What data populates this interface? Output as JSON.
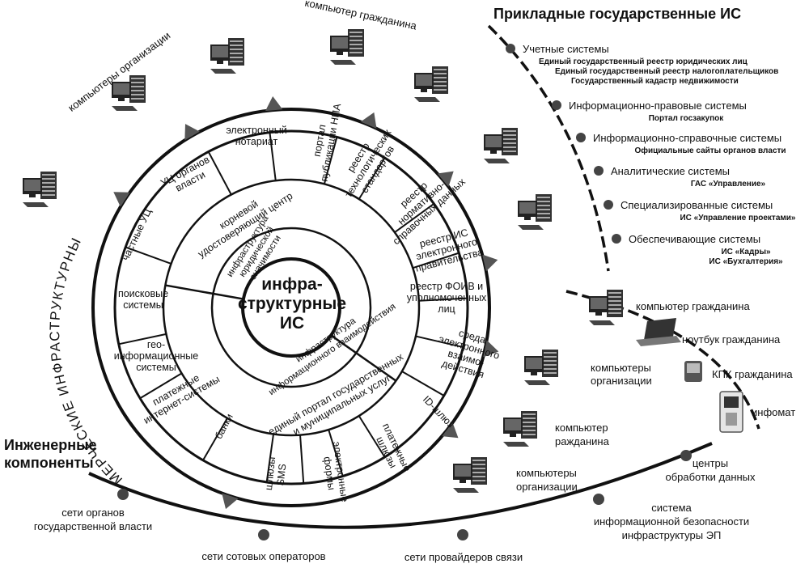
{
  "center": {
    "line1": "инфра-",
    "line2": "структурные",
    "line3": "ИС"
  },
  "inner_ring": {
    "legal": [
      "инфраструктура",
      "юридической",
      "значимости"
    ],
    "interaction": [
      "инфраструктура",
      "информационного взаимодействия"
    ]
  },
  "middle_ring": {
    "root_ca": [
      "корневой",
      "удостоверяющий центр"
    ],
    "portal": [
      "единый портал государственных",
      "и муниципальных услуг"
    ]
  },
  "outer_segments": [
    {
      "id": "private-ca",
      "lines": [
        "частные УЦ"
      ]
    },
    {
      "id": "gov-ca",
      "lines": [
        "УЦ органов",
        "власти"
      ]
    },
    {
      "id": "notary",
      "lines": [
        "электронный",
        "нотариат"
      ]
    },
    {
      "id": "npa-portal",
      "lines": [
        "портал",
        "публикации НПА"
      ]
    },
    {
      "id": "tech-standards",
      "lines": [
        "реестр",
        "технологических",
        "стандартов"
      ]
    },
    {
      "id": "normative-ref",
      "lines": [
        "реестр",
        "нормативно-",
        "справочных данных"
      ]
    },
    {
      "id": "egov-registry",
      "lines": [
        "реестр ИС",
        "электронного",
        "правительства"
      ]
    },
    {
      "id": "foiv-registry",
      "lines": [
        "реестр ФОИВ и",
        "уполномоченных",
        "лиц"
      ]
    },
    {
      "id": "e-interaction",
      "lines": [
        "среда",
        "электронного",
        "взаимо-",
        "действия"
      ]
    },
    {
      "id": "id-gateway",
      "lines": [
        "ID-шлюз"
      ]
    },
    {
      "id": "payment-gw",
      "lines": [
        "платежные",
        "шлюзы"
      ]
    },
    {
      "id": "e-forms",
      "lines": [
        "электронные",
        "формы"
      ]
    },
    {
      "id": "sms-gw",
      "lines": [
        "шлюзы",
        "SMS"
      ]
    },
    {
      "id": "banks",
      "lines": [
        "банки"
      ]
    },
    {
      "id": "payment-systems",
      "lines": [
        "платежные",
        "интернет-системы"
      ]
    },
    {
      "id": "geo-systems",
      "lines": [
        "гео-",
        "информационные",
        "системы"
      ]
    },
    {
      "id": "search-systems",
      "lines": [
        "поисковые",
        "системы"
      ]
    }
  ],
  "commercial_ring_title": "КОММЕРЧЕСКИЕ ИНФРАСТРУКТУРНЫЕ ИС",
  "top_labels": {
    "org_computers": "компьютеры организации",
    "citizen_computer": "компьютер гражданина"
  },
  "applied": {
    "title": "Прикладные государственные ИС",
    "groups": [
      {
        "name": "Учетные системы",
        "items": [
          "Единый государственный реестр юридических лиц",
          "Единый государственный реестр налогоплательщиков",
          "Государственный кадастр недвижимости"
        ]
      },
      {
        "name": "Информационно-правовые системы",
        "items": [
          "Портал госзакупок"
        ]
      },
      {
        "name": "Информационно-справочные системы",
        "items": [
          "Официальные сайты органов власти"
        ]
      },
      {
        "name": "Аналитические системы",
        "items": [
          "ГАС «Управление»"
        ]
      },
      {
        "name": "Специализированные системы",
        "items": [
          "ИС «Управление проектами»"
        ]
      },
      {
        "name": "Обеспечивающие системы",
        "items": [
          "ИС «Кадры»",
          "ИС «Бухгалтерия»"
        ]
      }
    ]
  },
  "devices": {
    "citizen_computer": "компьютер гражданина",
    "citizen_laptop": "ноутбук гражданина",
    "citizen_pda": "КПК гражданина",
    "infomat": "инфомат",
    "org_computers_1": [
      "компьютеры",
      "организации"
    ],
    "citizen_computer_2": [
      "компьютер",
      "ражданина"
    ],
    "org_computers_2": [
      "компьютеры",
      "организации"
    ]
  },
  "engineering": {
    "title": [
      "Инженерные",
      "компоненты"
    ],
    "items": {
      "gov_networks": [
        "сети органов",
        "государственной власти"
      ],
      "cellular": "сети сотовых операторов",
      "providers": "сети провайдеров связи",
      "security": [
        "система",
        "информационной безопасности",
        "инфраструктуры ЭП"
      ],
      "datacenters": [
        "центры",
        "обработки данных"
      ]
    }
  },
  "colors": {
    "ink": "#111111",
    "node": "#444444",
    "pointer": "#555555",
    "background": "#ffffff"
  }
}
